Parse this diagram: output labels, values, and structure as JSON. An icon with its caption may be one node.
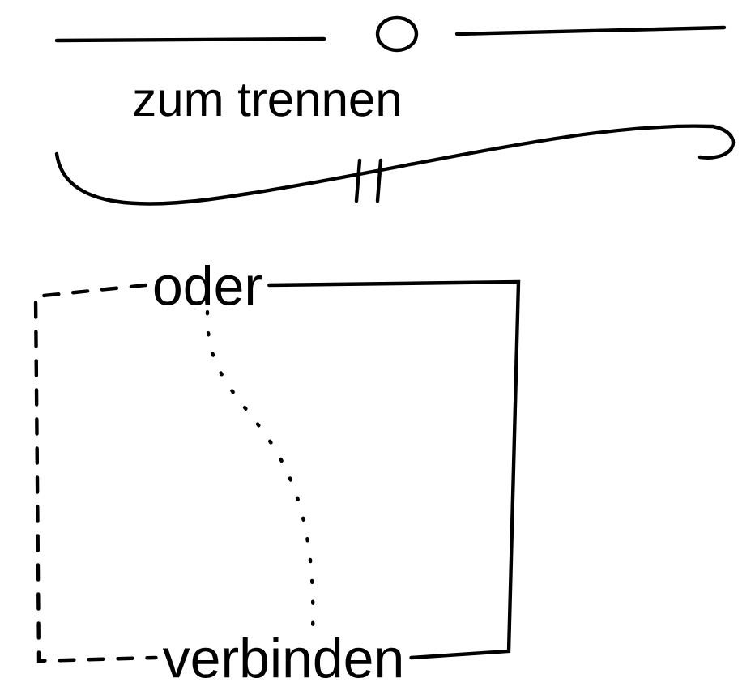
{
  "diagram": {
    "nodes": [
      {
        "text": [
          "oder"
        ]
      },
      {
        "text": [
          "verbinden"
        ]
      }
    ],
    "edges": [
      {
        "from": 0,
        "to": 1,
        "arrow": "none",
        "style": "dashed"
      },
      {
        "from": 0,
        "to": 1,
        "arrow": "none",
        "style": "dashed"
      },
      {
        "from": 0,
        "to": 1,
        "arrow": "none"
      }
    ],
    "labels": [
      "zum trennen"
    ]
  }
}
